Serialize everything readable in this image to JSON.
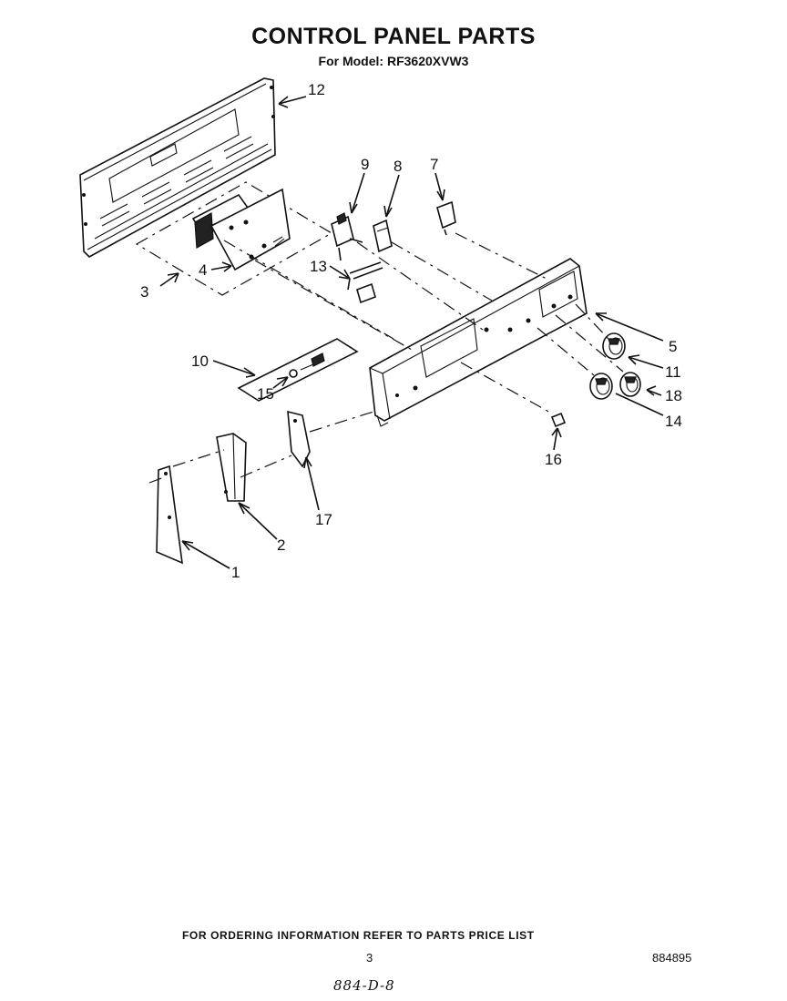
{
  "header": {
    "title": "CONTROL PANEL PARTS",
    "subtitle": "For Model: RF3620XVW3"
  },
  "callouts": [
    {
      "id": "callout-1",
      "label": "1"
    },
    {
      "id": "callout-2",
      "label": "2"
    },
    {
      "id": "callout-3",
      "label": "3"
    },
    {
      "id": "callout-4",
      "label": "4"
    },
    {
      "id": "callout-5",
      "label": "5"
    },
    {
      "id": "callout-7",
      "label": "7"
    },
    {
      "id": "callout-8",
      "label": "8"
    },
    {
      "id": "callout-9",
      "label": "9"
    },
    {
      "id": "callout-10",
      "label": "10"
    },
    {
      "id": "callout-11",
      "label": "11"
    },
    {
      "id": "callout-12",
      "label": "12"
    },
    {
      "id": "callout-13",
      "label": "13"
    },
    {
      "id": "callout-14",
      "label": "14"
    },
    {
      "id": "callout-15",
      "label": "15"
    },
    {
      "id": "callout-16",
      "label": "16"
    },
    {
      "id": "callout-17",
      "label": "17"
    },
    {
      "id": "callout-18",
      "label": "18"
    }
  ],
  "footer": {
    "ordering_note": "FOR ORDERING INFORMATION REFER TO PARTS PRICE LIST",
    "page_number": "3",
    "document_number": "884895",
    "handwritten_note": "884-D-8"
  }
}
